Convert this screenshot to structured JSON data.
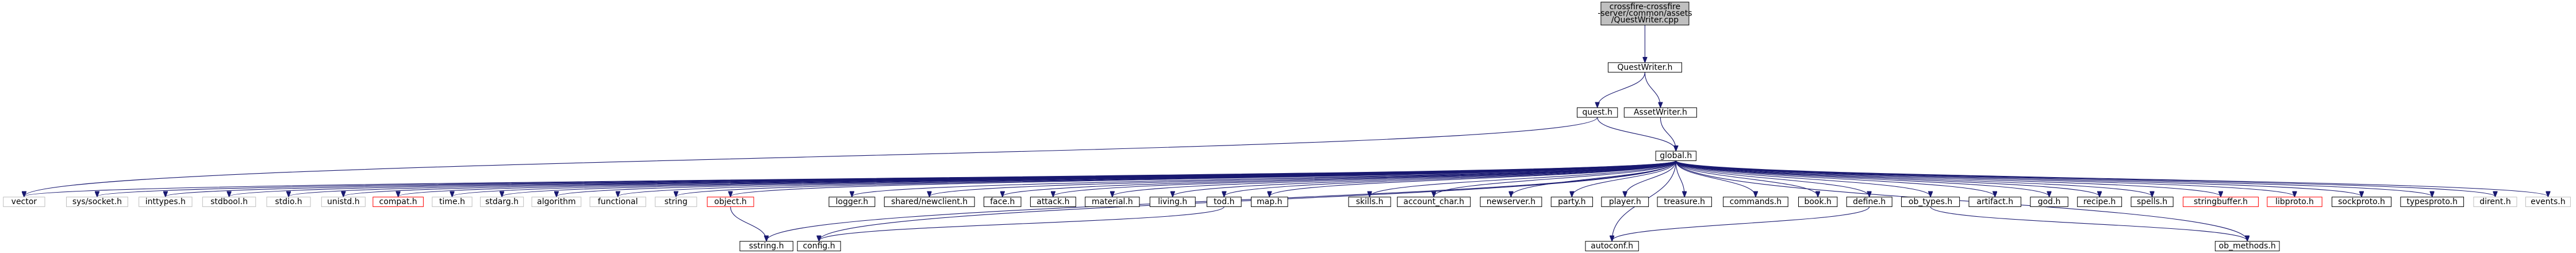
{
  "colors": {
    "edge": "#191970",
    "root_fill": "#bfbfbf",
    "node_border": "#000000",
    "node_fill": "#ffffff",
    "external_border": "#bfbfbf",
    "undocumented_border": "#ff0000",
    "text": "#000000"
  },
  "nodes": {
    "root": {
      "lines": [
        "crossfire-crossfire",
        "-server/common/assets",
        "/QuestWriter.cpp"
      ],
      "kind": "root"
    },
    "questwriter_h": {
      "lines": [
        "QuestWriter.h"
      ],
      "kind": "normal"
    },
    "quest_h": {
      "lines": [
        "quest.h"
      ],
      "kind": "normal"
    },
    "assetwriter_h": {
      "lines": [
        "AssetWriter.h"
      ],
      "kind": "normal"
    },
    "global_h": {
      "lines": [
        "global.h"
      ],
      "kind": "normal"
    },
    "vector": {
      "lines": [
        "vector"
      ],
      "kind": "external"
    },
    "sys_socket_h": {
      "lines": [
        "sys/socket.h"
      ],
      "kind": "external"
    },
    "inttypes_h": {
      "lines": [
        "inttypes.h"
      ],
      "kind": "external"
    },
    "stdbool_h": {
      "lines": [
        "stdbool.h"
      ],
      "kind": "external"
    },
    "stdio_h": {
      "lines": [
        "stdio.h"
      ],
      "kind": "external"
    },
    "unistd_h": {
      "lines": [
        "unistd.h"
      ],
      "kind": "external"
    },
    "compat_h": {
      "lines": [
        "compat.h"
      ],
      "kind": "undocumented"
    },
    "time_h": {
      "lines": [
        "time.h"
      ],
      "kind": "external"
    },
    "stdarg_h": {
      "lines": [
        "stdarg.h"
      ],
      "kind": "external"
    },
    "algorithm": {
      "lines": [
        "algorithm"
      ],
      "kind": "external"
    },
    "functional": {
      "lines": [
        "functional"
      ],
      "kind": "external"
    },
    "string": {
      "lines": [
        "string"
      ],
      "kind": "external"
    },
    "object_h": {
      "lines": [
        "object.h"
      ],
      "kind": "undocumented"
    },
    "sstring_h": {
      "lines": [
        "sstring.h"
      ],
      "kind": "normal"
    },
    "config_h": {
      "lines": [
        "config.h"
      ],
      "kind": "normal"
    },
    "logger_h": {
      "lines": [
        "logger.h"
      ],
      "kind": "normal"
    },
    "shared_newclient_h": {
      "lines": [
        "shared/newclient.h"
      ],
      "kind": "normal"
    },
    "face_h": {
      "lines": [
        "face.h"
      ],
      "kind": "normal"
    },
    "attack_h": {
      "lines": [
        "attack.h"
      ],
      "kind": "normal"
    },
    "material_h": {
      "lines": [
        "material.h"
      ],
      "kind": "normal"
    },
    "living_h": {
      "lines": [
        "living.h"
      ],
      "kind": "normal"
    },
    "tod_h": {
      "lines": [
        "tod.h"
      ],
      "kind": "normal"
    },
    "map_h": {
      "lines": [
        "map.h"
      ],
      "kind": "normal"
    },
    "skills_h": {
      "lines": [
        "skills.h"
      ],
      "kind": "normal"
    },
    "account_char_h": {
      "lines": [
        "account_char.h"
      ],
      "kind": "normal"
    },
    "newserver_h": {
      "lines": [
        "newserver.h"
      ],
      "kind": "normal"
    },
    "party_h": {
      "lines": [
        "party.h"
      ],
      "kind": "normal"
    },
    "player_h": {
      "lines": [
        "player.h"
      ],
      "kind": "normal"
    },
    "treasure_h": {
      "lines": [
        "treasure.h"
      ],
      "kind": "normal"
    },
    "commands_h": {
      "lines": [
        "commands.h"
      ],
      "kind": "normal"
    },
    "book_h": {
      "lines": [
        "book.h"
      ],
      "kind": "normal"
    },
    "define_h": {
      "lines": [
        "define.h"
      ],
      "kind": "normal"
    },
    "autoconf_h": {
      "lines": [
        "autoconf.h"
      ],
      "kind": "normal"
    },
    "ob_types_h": {
      "lines": [
        "ob_types.h"
      ],
      "kind": "normal"
    },
    "ob_methods_h": {
      "lines": [
        "ob_methods.h"
      ],
      "kind": "normal"
    },
    "artifact_h": {
      "lines": [
        "artifact.h"
      ],
      "kind": "normal"
    },
    "god_h": {
      "lines": [
        "god.h"
      ],
      "kind": "normal"
    },
    "recipe_h": {
      "lines": [
        "recipe.h"
      ],
      "kind": "normal"
    },
    "spells_h": {
      "lines": [
        "spells.h"
      ],
      "kind": "normal"
    },
    "stringbuffer_h": {
      "lines": [
        "stringbuffer.h"
      ],
      "kind": "undocumented"
    },
    "libproto_h": {
      "lines": [
        "libproto.h"
      ],
      "kind": "undocumented"
    },
    "sockproto_h": {
      "lines": [
        "sockproto.h"
      ],
      "kind": "normal"
    },
    "typesproto_h": {
      "lines": [
        "typesproto.h"
      ],
      "kind": "normal"
    },
    "dirent_h": {
      "lines": [
        "dirent.h"
      ],
      "kind": "external"
    },
    "events_h": {
      "lines": [
        "events.h"
      ],
      "kind": "external"
    }
  },
  "edges": [
    [
      "root",
      "questwriter_h"
    ],
    [
      "questwriter_h",
      "quest_h"
    ],
    [
      "questwriter_h",
      "assetwriter_h"
    ],
    [
      "quest_h",
      "global_h"
    ],
    [
      "quest_h",
      "vector"
    ],
    [
      "assetwriter_h",
      "global_h"
    ],
    [
      "global_h",
      "vector"
    ],
    [
      "global_h",
      "sys_socket_h"
    ],
    [
      "global_h",
      "inttypes_h"
    ],
    [
      "global_h",
      "stdbool_h"
    ],
    [
      "global_h",
      "stdio_h"
    ],
    [
      "global_h",
      "unistd_h"
    ],
    [
      "global_h",
      "compat_h"
    ],
    [
      "global_h",
      "time_h"
    ],
    [
      "global_h",
      "stdarg_h"
    ],
    [
      "global_h",
      "algorithm"
    ],
    [
      "global_h",
      "functional"
    ],
    [
      "global_h",
      "string"
    ],
    [
      "global_h",
      "object_h"
    ],
    [
      "global_h",
      "sstring_h"
    ],
    [
      "global_h",
      "config_h"
    ],
    [
      "global_h",
      "logger_h"
    ],
    [
      "global_h",
      "shared_newclient_h"
    ],
    [
      "global_h",
      "face_h"
    ],
    [
      "global_h",
      "attack_h"
    ],
    [
      "global_h",
      "material_h"
    ],
    [
      "global_h",
      "living_h"
    ],
    [
      "global_h",
      "tod_h"
    ],
    [
      "global_h",
      "map_h"
    ],
    [
      "global_h",
      "skills_h"
    ],
    [
      "global_h",
      "account_char_h"
    ],
    [
      "global_h",
      "newserver_h"
    ],
    [
      "global_h",
      "party_h"
    ],
    [
      "global_h",
      "player_h"
    ],
    [
      "global_h",
      "treasure_h"
    ],
    [
      "global_h",
      "commands_h"
    ],
    [
      "global_h",
      "book_h"
    ],
    [
      "global_h",
      "define_h"
    ],
    [
      "global_h",
      "autoconf_h"
    ],
    [
      "global_h",
      "ob_types_h"
    ],
    [
      "global_h",
      "ob_methods_h"
    ],
    [
      "global_h",
      "artifact_h"
    ],
    [
      "global_h",
      "god_h"
    ],
    [
      "global_h",
      "recipe_h"
    ],
    [
      "global_h",
      "spells_h"
    ],
    [
      "global_h",
      "stringbuffer_h"
    ],
    [
      "global_h",
      "libproto_h"
    ],
    [
      "global_h",
      "sockproto_h"
    ],
    [
      "global_h",
      "typesproto_h"
    ],
    [
      "global_h",
      "dirent_h"
    ],
    [
      "global_h",
      "events_h"
    ],
    [
      "object_h",
      "sstring_h"
    ],
    [
      "tod_h",
      "config_h"
    ],
    [
      "define_h",
      "autoconf_h"
    ],
    [
      "ob_types_h",
      "ob_methods_h"
    ]
  ]
}
